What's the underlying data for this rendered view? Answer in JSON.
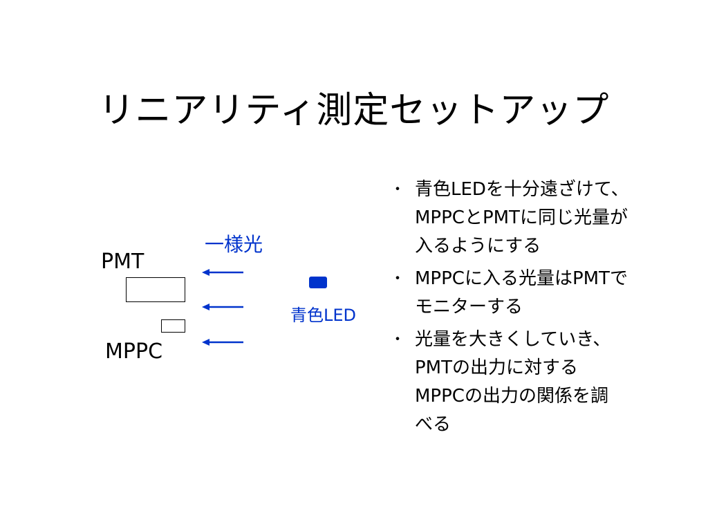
{
  "title": "リニアリティ測定セットアップ",
  "diagram": {
    "pmt_label": "PMT",
    "mppc_label": "MPPC",
    "light_label": "一様光",
    "led_label": "青色LED",
    "arrow_icon": "arrow-left-icon",
    "led_icon": "led-icon"
  },
  "colors": {
    "accent": "#0033cc",
    "text": "#000000",
    "background": "#ffffff"
  },
  "bullets": [
    {
      "marker": "・",
      "lines": [
        "青色LEDを十分遠ざけて、",
        "MPPCとPMTに同じ光量が",
        "入るようにする"
      ]
    },
    {
      "marker": "・",
      "lines": [
        "MPPCに入る光量はPMTで",
        "モニターする"
      ]
    },
    {
      "marker": "・",
      "lines": [
        "光量を大きくしていき、",
        "PMTの出力に対する",
        "MPPCの出力の関係を調",
        "べる"
      ]
    }
  ]
}
